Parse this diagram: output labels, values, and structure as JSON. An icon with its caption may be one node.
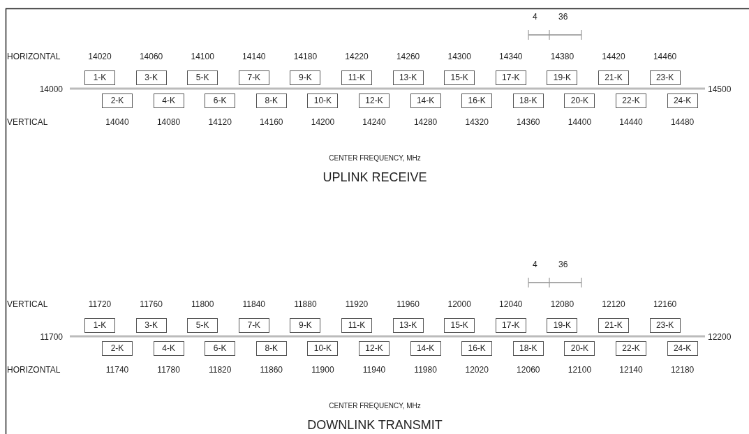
{
  "diagram": {
    "nodes": [
      {
        "text": [
          "1-K"
        ],
        "beside": [
          "14020"
        ]
      },
      {
        "text": [
          "3-K"
        ],
        "beside": [
          "14060"
        ]
      },
      {
        "text": [
          "5-K"
        ],
        "beside": [
          "14100"
        ]
      },
      {
        "text": [
          "7-K"
        ],
        "beside": [
          "14140"
        ]
      },
      {
        "text": [
          "9-K"
        ],
        "beside": [
          "14180"
        ]
      },
      {
        "text": [
          "11-K"
        ],
        "beside": [
          "14220"
        ]
      },
      {
        "text": [
          "13-K"
        ],
        "beside": [
          "14260"
        ]
      },
      {
        "text": [
          "15-K"
        ],
        "beside": [
          "14300"
        ]
      },
      {
        "text": [
          "17-K"
        ],
        "beside": [
          "14340"
        ]
      },
      {
        "text": [
          "19-K"
        ],
        "beside": [
          "14380"
        ]
      },
      {
        "text": [
          "21-K"
        ],
        "beside": [
          "14420"
        ]
      },
      {
        "text": [
          "23-K"
        ],
        "beside": [
          "14460"
        ]
      },
      {
        "text": [
          "2-K"
        ],
        "beside": [
          "14040"
        ]
      },
      {
        "text": [
          "4-K"
        ],
        "beside": [
          "14080"
        ]
      },
      {
        "text": [
          "6-K"
        ],
        "beside": [
          "14120"
        ]
      },
      {
        "text": [
          "8-K"
        ],
        "beside": [
          "14160"
        ]
      },
      {
        "text": [
          "10-K"
        ],
        "beside": [
          "14200"
        ]
      },
      {
        "text": [
          "12-K"
        ],
        "beside": [
          "14240"
        ]
      },
      {
        "text": [
          "14-K"
        ],
        "beside": [
          "14280"
        ]
      },
      {
        "text": [
          "16-K"
        ],
        "beside": [
          "14320"
        ]
      },
      {
        "text": [
          "18-K"
        ],
        "beside": [
          "14360"
        ]
      },
      {
        "text": [
          "20-K"
        ],
        "beside": [
          "14400"
        ]
      },
      {
        "text": [
          "22-K"
        ],
        "beside": [
          "14440"
        ]
      },
      {
        "text": [
          "24-K"
        ],
        "beside": [
          "14480"
        ]
      },
      {
        "text": [
          "1-K"
        ],
        "beside": [
          "11720"
        ]
      },
      {
        "text": [
          "3-K"
        ],
        "beside": [
          "11760"
        ]
      },
      {
        "text": [
          "5-K"
        ],
        "beside": [
          "11800"
        ]
      },
      {
        "text": [
          "7-K"
        ],
        "beside": [
          "11840"
        ]
      },
      {
        "text": [
          "9-K"
        ],
        "beside": [
          "11880"
        ]
      },
      {
        "text": [
          "11-K"
        ],
        "beside": [
          "11920"
        ]
      },
      {
        "text": [
          "13-K"
        ],
        "beside": [
          "11960"
        ]
      },
      {
        "text": [
          "15-K"
        ],
        "beside": [
          "12000"
        ]
      },
      {
        "text": [
          "17-K"
        ],
        "beside": [
          "12040"
        ]
      },
      {
        "text": [
          "19-K"
        ],
        "beside": [
          "12080"
        ]
      },
      {
        "text": [
          "21-K"
        ],
        "beside": [
          "12120"
        ]
      },
      {
        "text": [
          "23-K"
        ],
        "beside": [
          "12160"
        ]
      },
      {
        "text": [
          "2-K"
        ],
        "beside": [
          "11740"
        ]
      },
      {
        "text": [
          "4-K"
        ],
        "beside": [
          "11780"
        ]
      },
      {
        "text": [
          "6-K"
        ],
        "beside": [
          "11820"
        ]
      },
      {
        "text": [
          "8-K"
        ],
        "beside": [
          "11860"
        ]
      },
      {
        "text": [
          "10-K"
        ],
        "beside": [
          "11900"
        ]
      },
      {
        "text": [
          "12-K"
        ],
        "beside": [
          "11940"
        ]
      },
      {
        "text": [
          "14-K"
        ],
        "beside": [
          "11980"
        ]
      },
      {
        "text": [
          "16-K"
        ],
        "beside": [
          "12020"
        ]
      },
      {
        "text": [
          "18-K"
        ],
        "beside": [
          "12060"
        ]
      },
      {
        "text": [
          "20-K"
        ],
        "beside": [
          "12100"
        ]
      },
      {
        "text": [
          "22-K"
        ],
        "beside": [
          "12140"
        ]
      },
      {
        "text": [
          "24-K"
        ],
        "beside": [
          "12180"
        ]
      }
    ],
    "labels": [
      "4",
      "36",
      "HORIZONTAL",
      "14000",
      "14500",
      "VERTICAL",
      "CENTER FREQUENCY, MHz",
      "UPLINK RECEIVE",
      "4",
      "36",
      "VERTICAL",
      "11700",
      "12200",
      "HORIZONTAL",
      "CENTER FREQUENCY, MHz",
      "DOWNLINK TRANSMIT"
    ]
  }
}
